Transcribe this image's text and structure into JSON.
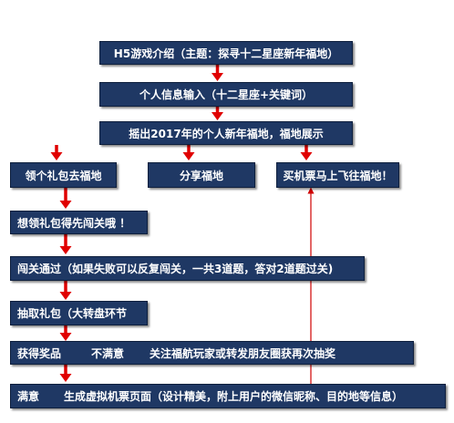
{
  "colors": {
    "node_fill": "#1f3864",
    "node_text": "#ffffff",
    "arrow": "#e00000",
    "thin_arrow": "#d00000"
  },
  "nodes": {
    "title": "H5游戏介绍（主题：探寻十二星座新年福地）",
    "input": "个人信息输入（十二星座+关键词）",
    "shake": "摇出2017年的个人新年福地，福地展示",
    "gift": "领个礼包去福地",
    "share": "分享福地",
    "ticket": "买机票马上飞往福地！",
    "want_gift": "想领礼包得先闯关哦 ！",
    "challenge": "闯关通过（如果失败可以反复闯关，一共3道题，答对2道题过关)",
    "draw": "抽取礼包（大转盘环节",
    "prize_row": {
      "prize": "获得奖品",
      "unsatisfied": "不满意",
      "follow": "关注福航玩家或转发朋友圈获再次抽奖"
    },
    "last_row": {
      "satisfied": "满意",
      "generate": "生成虚拟机票页面（设计精美，附上用户的微信昵称、目的地等信息）"
    }
  }
}
